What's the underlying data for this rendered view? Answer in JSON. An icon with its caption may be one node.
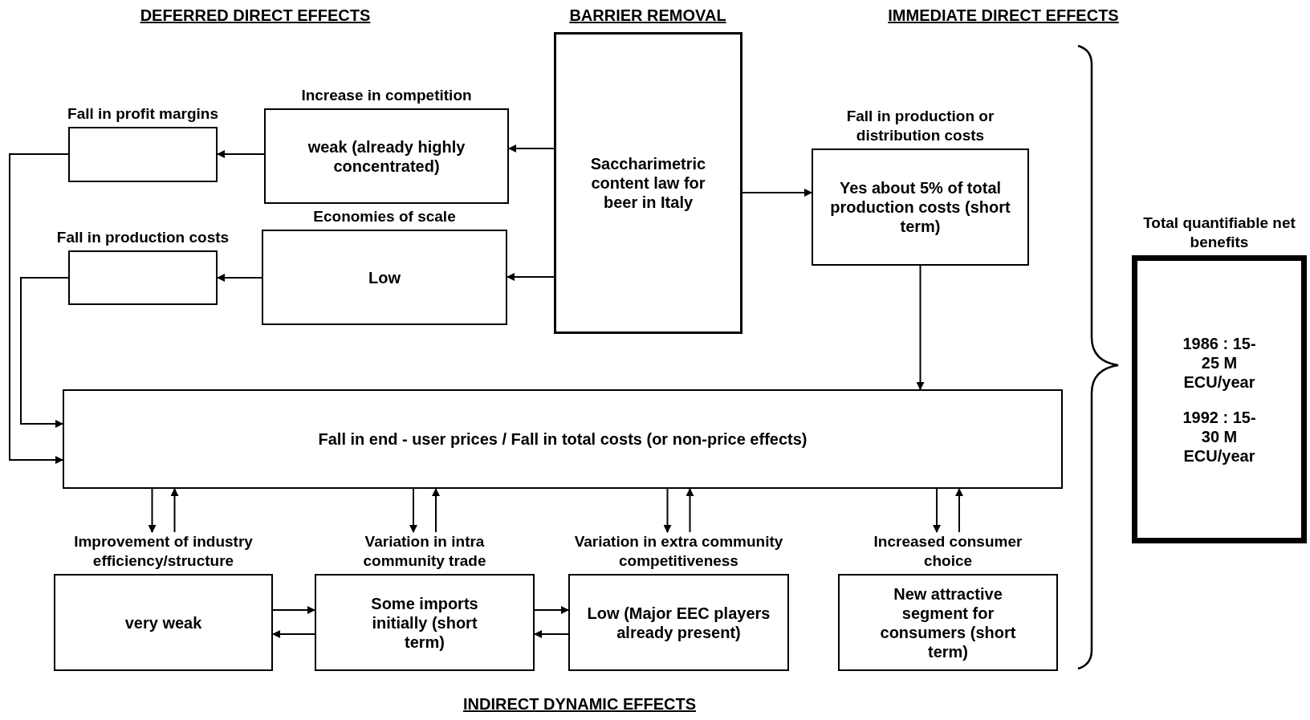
{
  "diagram": {
    "nodes": [
      {
        "text": [
          "Saccharimetric content law for beer in Italy"
        ]
      },
      {
        "text": [
          "Increase in competition",
          "weak (already highly concentrated)"
        ]
      },
      {
        "text": [
          "Fall in profit margins"
        ]
      },
      {
        "text": [
          "Economies of scale",
          "Low"
        ]
      },
      {
        "text": [
          "Fall in production costs"
        ]
      },
      {
        "text": [
          "Fall in production or distribution costs",
          "Yes about 5% of total production costs (short term)"
        ]
      },
      {
        "text": [
          "Fall in end - user prices / Fall in total costs (or non-price effects)"
        ]
      },
      {
        "text": [
          "Improvement of industry efficiency/structure",
          "very weak"
        ]
      },
      {
        "text": [
          "Variation in intra community trade",
          "Some imports initially (short term)"
        ]
      },
      {
        "text": [
          "Variation in extra community competitiveness",
          "Low (Major EEC players already present)"
        ]
      },
      {
        "text": [
          "Increased consumer choice",
          "New attractive segment for consumers (short term)"
        ]
      },
      {
        "text": [
          "Total quantifiable net benefits",
          "1986 : 15-25 M ECU/year",
          "1992 : 15-30 M ECU/year"
        ]
      }
    ],
    "edges": [
      {
        "from": 0,
        "to": 1,
        "arrow": "to"
      },
      {
        "from": 1,
        "to": 2,
        "arrow": "to"
      },
      {
        "from": 0,
        "to": 3,
        "arrow": "to"
      },
      {
        "from": 3,
        "to": 4,
        "arrow": "to"
      },
      {
        "from": 0,
        "to": 5,
        "arrow": "to"
      },
      {
        "from": 5,
        "to": 6,
        "arrow": "to"
      },
      {
        "from": 2,
        "to": 6,
        "arrow": "to"
      },
      {
        "from": 4,
        "to": 6,
        "arrow": "to"
      },
      {
        "from": 6,
        "to": 7,
        "arrow": "to"
      },
      {
        "from": 7,
        "to": 6,
        "arrow": "to"
      },
      {
        "from": 6,
        "to": 8,
        "arrow": "to"
      },
      {
        "from": 8,
        "to": 6,
        "arrow": "to"
      },
      {
        "from": 6,
        "to": 9,
        "arrow": "to"
      },
      {
        "from": 9,
        "to": 6,
        "arrow": "to"
      },
      {
        "from": 6,
        "to": 10,
        "arrow": "to"
      },
      {
        "from": 10,
        "to": 6,
        "arrow": "to"
      },
      {
        "from": 7,
        "to": 8,
        "arrow": "to"
      },
      {
        "from": 8,
        "to": 7,
        "arrow": "to"
      },
      {
        "from": 8,
        "to": 9,
        "arrow": "to"
      },
      {
        "from": 9,
        "to": 8,
        "arrow": "to"
      }
    ],
    "labels": [
      "DEFERRED DIRECT EFFECTS",
      "BARRIER REMOVAL",
      "IMMEDIATE DIRECT EFFECTS",
      "INDIRECT DYNAMIC EFFECTS"
    ]
  }
}
